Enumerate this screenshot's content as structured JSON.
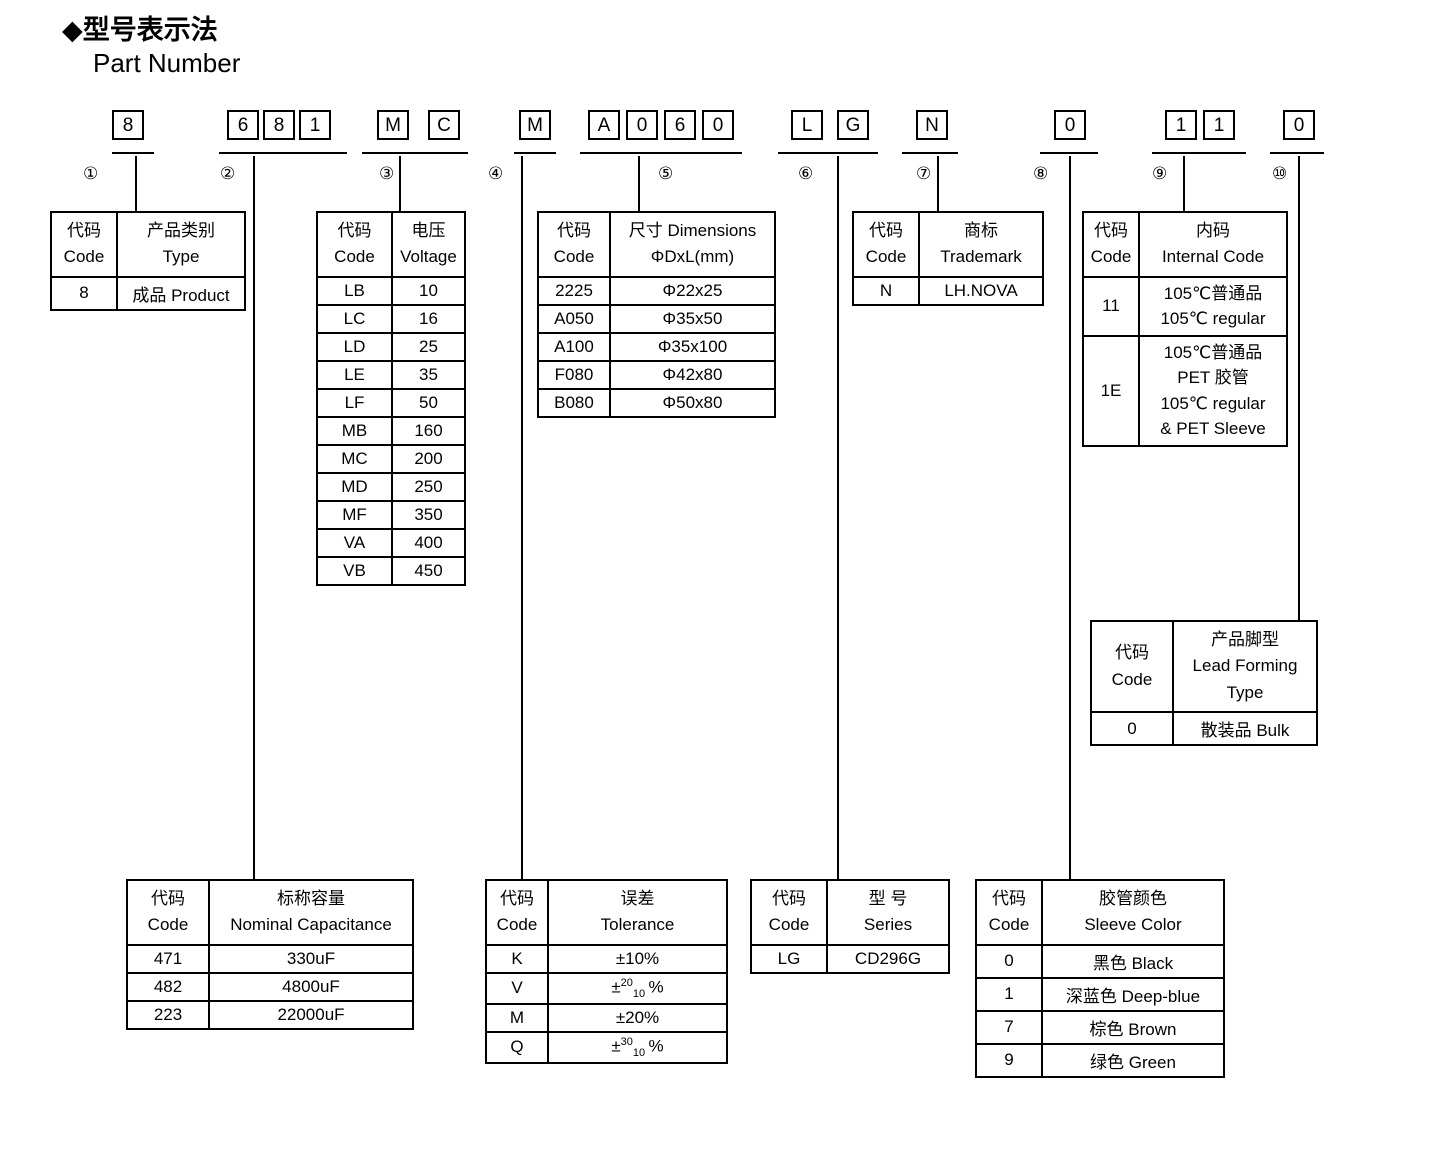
{
  "heading": {
    "cn": "◆型号表示法",
    "en": "Part Number"
  },
  "part_number": {
    "groups": [
      {
        "marker": "①",
        "chars": [
          "8"
        ]
      },
      {
        "marker": "②",
        "chars": [
          "6",
          "8",
          "1"
        ]
      },
      {
        "marker": "③",
        "chars": [
          "M",
          "C"
        ]
      },
      {
        "marker": "④",
        "chars": [
          "M"
        ]
      },
      {
        "marker": "⑤",
        "chars": [
          "A",
          "0",
          "6",
          "0"
        ]
      },
      {
        "marker": "⑥",
        "chars": [
          "L",
          "G"
        ]
      },
      {
        "marker": "⑦",
        "chars": [
          "N"
        ]
      },
      {
        "marker": "⑧",
        "chars": [
          "0"
        ]
      },
      {
        "marker": "⑨",
        "chars": [
          "1",
          "1"
        ]
      },
      {
        "marker": "⑩",
        "chars": [
          "0"
        ]
      }
    ]
  },
  "tables": {
    "type": {
      "header": {
        "code_cn": "代码",
        "code_en": "Code",
        "val_cn": "产品类别",
        "val_en": "Type"
      },
      "rows": [
        {
          "code": "8",
          "value": "成品 Product"
        }
      ]
    },
    "voltage": {
      "header": {
        "code_cn": "代码",
        "code_en": "Code",
        "val_cn": "电压",
        "val_en": "Voltage"
      },
      "rows": [
        {
          "code": "LB",
          "value": "10"
        },
        {
          "code": "LC",
          "value": "16"
        },
        {
          "code": "LD",
          "value": "25"
        },
        {
          "code": "LE",
          "value": "35"
        },
        {
          "code": "LF",
          "value": "50"
        },
        {
          "code": "MB",
          "value": "160"
        },
        {
          "code": "MC",
          "value": "200"
        },
        {
          "code": "MD",
          "value": "250"
        },
        {
          "code": "MF",
          "value": "350"
        },
        {
          "code": "VA",
          "value": "400"
        },
        {
          "code": "VB",
          "value": "450"
        }
      ]
    },
    "dimensions": {
      "header": {
        "code_cn": "代码",
        "code_en": "Code",
        "val_cn": "尺寸 Dimensions",
        "val_en": "ΦDxL(mm)"
      },
      "rows": [
        {
          "code": "2225",
          "value": "Φ22x25"
        },
        {
          "code": "A050",
          "value": "Φ35x50"
        },
        {
          "code": "A100",
          "value": "Φ35x100"
        },
        {
          "code": "F080",
          "value": "Φ42x80"
        },
        {
          "code": "B080",
          "value": "Φ50x80"
        }
      ]
    },
    "trademark": {
      "header": {
        "code_cn": "代码",
        "code_en": "Code",
        "val_cn": "商标",
        "val_en": "Trademark"
      },
      "rows": [
        {
          "code": "N",
          "value": "LH.NOVA"
        }
      ]
    },
    "internal_code": {
      "header": {
        "code_cn": "代码",
        "code_en": "Code",
        "val_cn": "内码",
        "val_en": "Internal Code"
      },
      "rows": [
        {
          "code": "11",
          "lines": [
            "105℃普通品",
            "105℃  regular"
          ]
        },
        {
          "code": "1E",
          "lines": [
            "105℃普通品",
            "PET 胶管",
            "105℃  regular",
            "& PET Sleeve"
          ]
        }
      ]
    },
    "lead_forming": {
      "header": {
        "code_cn": "代码",
        "code_en": "Code",
        "val_cn": "产品脚型",
        "val_en": "Lead Forming",
        "val_en2": "Type"
      },
      "rows": [
        {
          "code": "0",
          "value": "散装品 Bulk"
        }
      ]
    },
    "capacitance": {
      "header": {
        "code_cn": "代码",
        "code_en": "Code",
        "val_cn": "标称容量",
        "val_en": "Nominal Capacitance"
      },
      "rows": [
        {
          "code": "471",
          "value": "330uF"
        },
        {
          "code": "482",
          "value": "4800uF"
        },
        {
          "code": "223",
          "value": "22000uF"
        }
      ]
    },
    "tolerance": {
      "header": {
        "code_cn": "代码",
        "code_en": "Code",
        "val_cn": "误差",
        "val_en": "Tolerance"
      },
      "rows": [
        {
          "code": "K",
          "value": "±10%",
          "sup": "",
          "sub": ""
        },
        {
          "code": "V",
          "value": "",
          "sup": "20",
          "sub": "10"
        },
        {
          "code": "M",
          "value": "±20%",
          "sup": "",
          "sub": ""
        },
        {
          "code": "Q",
          "value": "",
          "sup": "30",
          "sub": "10"
        }
      ]
    },
    "series": {
      "header": {
        "code_cn": "代码",
        "code_en": "Code",
        "val_cn": "型 号",
        "val_en": "Series"
      },
      "rows": [
        {
          "code": "LG",
          "value": "CD296G"
        }
      ]
    },
    "sleeve_color": {
      "header": {
        "code_cn": "代码",
        "code_en": "Code",
        "val_cn": "胶管颜色",
        "val_en": "Sleeve Color"
      },
      "rows": [
        {
          "code": "0",
          "value": "黑色 Black"
        },
        {
          "code": "1",
          "value": "深蓝色 Deep-blue"
        },
        {
          "code": "7",
          "value": "棕色 Brown"
        },
        {
          "code": "9",
          "value": "绿色 Green"
        }
      ]
    }
  }
}
